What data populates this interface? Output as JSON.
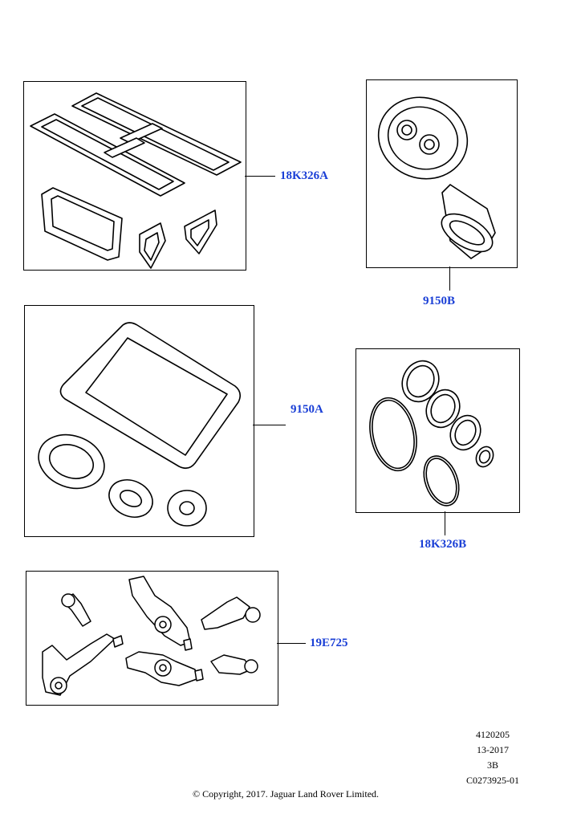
{
  "callouts": {
    "p18k326a": "18K326A",
    "p9150b": "9150B",
    "p9150a": "9150A",
    "p18k326b": "18K326B",
    "p19e725": "19E725"
  },
  "meta": {
    "illustration_number": "4120205",
    "date": "13-2017",
    "revision": "3B",
    "reference": "C0273925-01"
  },
  "copyright": "© Copyright, 2017. Jaguar Land Rover Limited.",
  "colors": {
    "callout_text": "#1a3fd6",
    "line": "#000000"
  }
}
